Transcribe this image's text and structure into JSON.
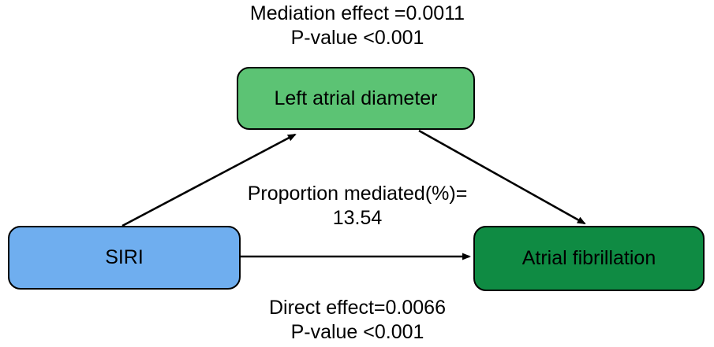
{
  "diagram": {
    "type": "mediation-path-diagram",
    "nodes": {
      "mediator": {
        "label": "Left atrial diameter",
        "fill": "#5cc374"
      },
      "exposure": {
        "label": "SIRI",
        "fill": "#6faeef"
      },
      "outcome": {
        "label": "Atrial fibrillation",
        "fill": "#0f8b43"
      }
    },
    "edges": [
      {
        "from": "SIRI",
        "to": "Left atrial diameter"
      },
      {
        "from": "Left atrial diameter",
        "to": "Atrial fibrillation"
      },
      {
        "from": "SIRI",
        "to": "Atrial fibrillation"
      }
    ],
    "annotations": {
      "mediation_effect": "Mediation effect =0.0011",
      "mediation_pvalue": "P-value <0.001",
      "proportion_mediated_label": "Proportion mediated(%)=",
      "proportion_mediated_value": "13.54",
      "direct_effect": "Direct effect=0.0066",
      "direct_pvalue": "P-value <0.001"
    },
    "colors": {
      "mediator_fill": "#5cc374",
      "exposure_fill": "#6faeef",
      "outcome_fill": "#0f8b43",
      "border": "#000000",
      "arrow": "#000000",
      "text": "#000000"
    }
  }
}
